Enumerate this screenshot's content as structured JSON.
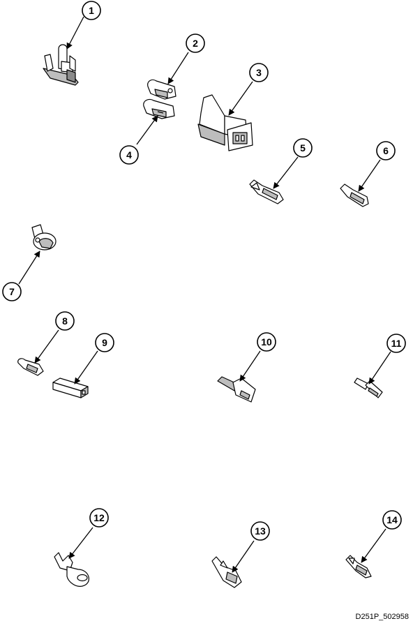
{
  "figure": {
    "code": "D251P_502958"
  },
  "callouts": [
    {
      "id": "part-1",
      "label": "1"
    },
    {
      "id": "part-2",
      "label": "2"
    },
    {
      "id": "part-3",
      "label": "3"
    },
    {
      "id": "part-4",
      "label": "4"
    },
    {
      "id": "part-5",
      "label": "5"
    },
    {
      "id": "part-6",
      "label": "6"
    },
    {
      "id": "part-7",
      "label": "7"
    },
    {
      "id": "part-8",
      "label": "8"
    },
    {
      "id": "part-9",
      "label": "9"
    },
    {
      "id": "part-10",
      "label": "10"
    },
    {
      "id": "part-11",
      "label": "11"
    },
    {
      "id": "part-12",
      "label": "12"
    },
    {
      "id": "part-13",
      "label": "13"
    },
    {
      "id": "part-14",
      "label": "14"
    }
  ]
}
